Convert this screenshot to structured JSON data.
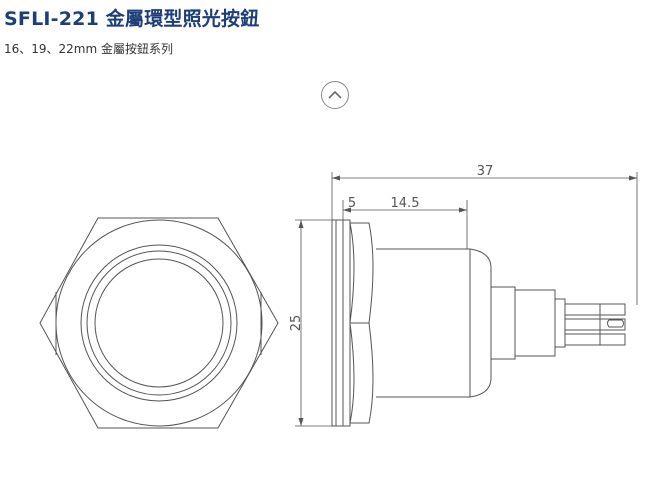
{
  "header": {
    "title": "SFLI-221 金屬環型照光按鈕",
    "subtitle": "16、19、22mm 金屬按鈕系列"
  },
  "collapse_button": {
    "icon": "chevron-up-icon"
  },
  "drawing": {
    "dimensions": {
      "overall_length": "37",
      "bezel_thickness": "5",
      "body_length": "14.5",
      "diameter": "25"
    }
  }
}
